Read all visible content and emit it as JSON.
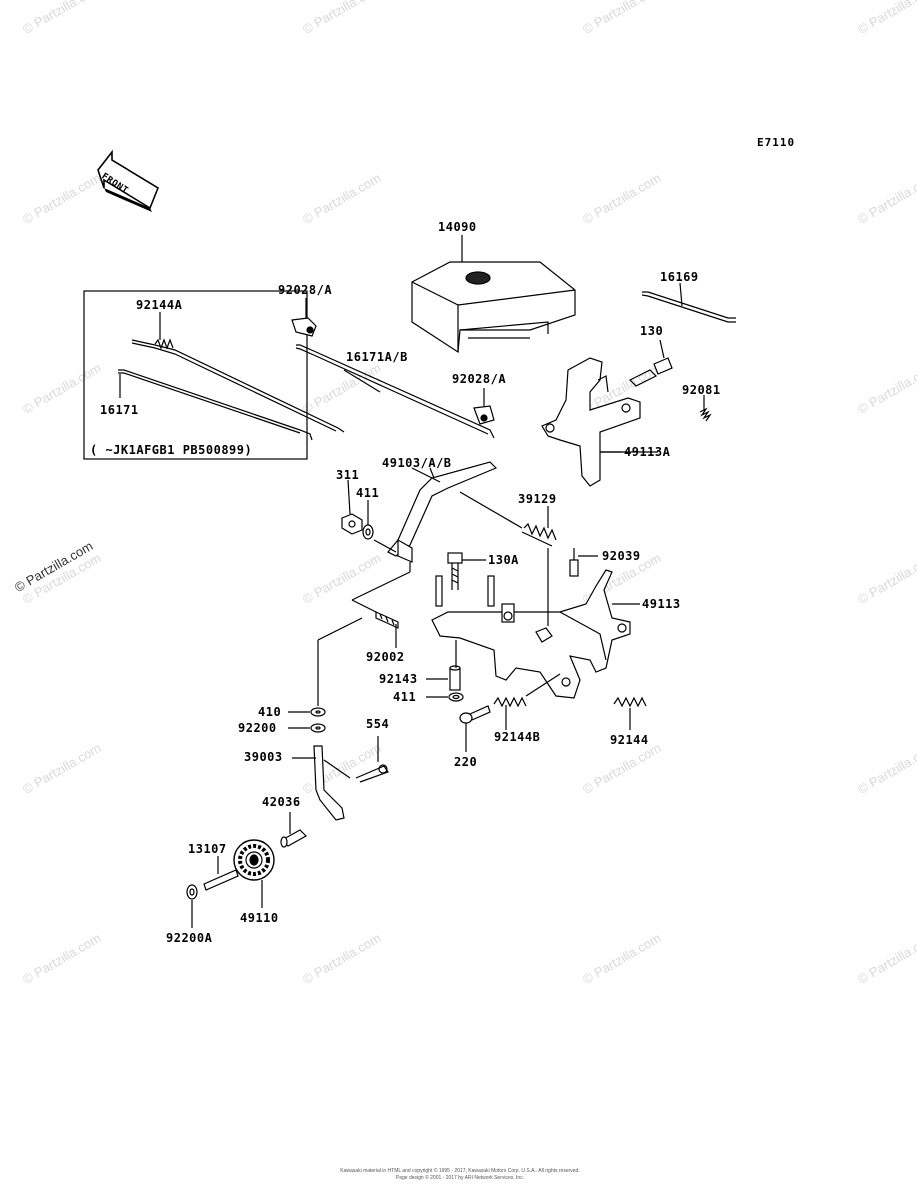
{
  "diagram_code": "E7110",
  "front_label": "FRONT",
  "side_watermark": "© Partzilla.com",
  "watermark_text": "© Partzilla.com",
  "inset_note": "(    ~JK1AFGB1 PB500899)",
  "parts": {
    "p14090": "14090",
    "p16169": "16169",
    "p92028A_1": "92028/A",
    "p92144A": "92144A",
    "p16171AB": "16171A/B",
    "p130": "130",
    "p92028A_2": "92028/A",
    "p92081": "92081",
    "p16171": "16171",
    "p49113A": "49113A",
    "p49103AB": "49103/A/B",
    "p311": "311",
    "p411_1": "411",
    "p39129": "39129",
    "p130A": "130A",
    "p92039": "92039",
    "p49113": "49113",
    "p92002": "92002",
    "p92143": "92143",
    "p411_2": "411",
    "p410": "410",
    "p92200": "92200",
    "p92144B": "92144B",
    "p92144": "92144",
    "p554": "554",
    "p39003": "39003",
    "p220": "220",
    "p42036": "42036",
    "p13107": "13107",
    "p49110": "49110",
    "p92200A": "92200A"
  },
  "footer": {
    "line1": "Kawasaki material in HTML and copyright © 1995 - 2017, Kawasaki Motors Corp. U.S.A.. All rights reserved.",
    "line2": "Page design © 2001 - 2017 by ARI Network Services, Inc."
  }
}
